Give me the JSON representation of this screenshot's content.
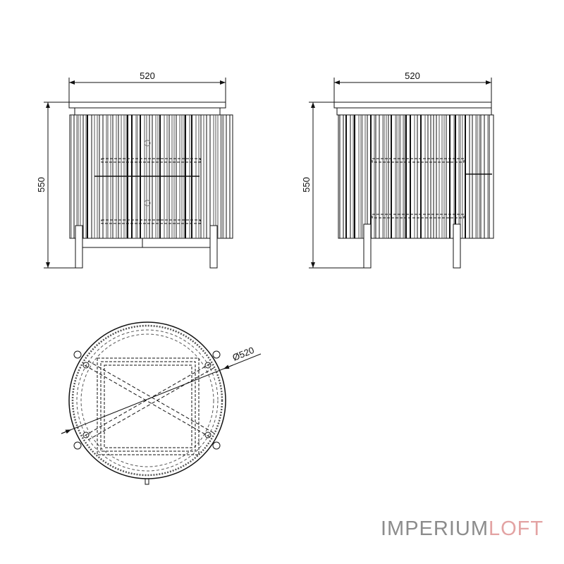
{
  "front_view": {
    "width_label": "520",
    "height_label": "550"
  },
  "side_view": {
    "width_label": "520",
    "height_label": "550"
  },
  "top_view": {
    "diameter_label": "Ø520"
  },
  "logo": {
    "part1": "IMPERIUM",
    "part2": "LOFT",
    "color1": "#8c8c8c",
    "color2": "#e3a3a3"
  },
  "line_color": "#111111"
}
